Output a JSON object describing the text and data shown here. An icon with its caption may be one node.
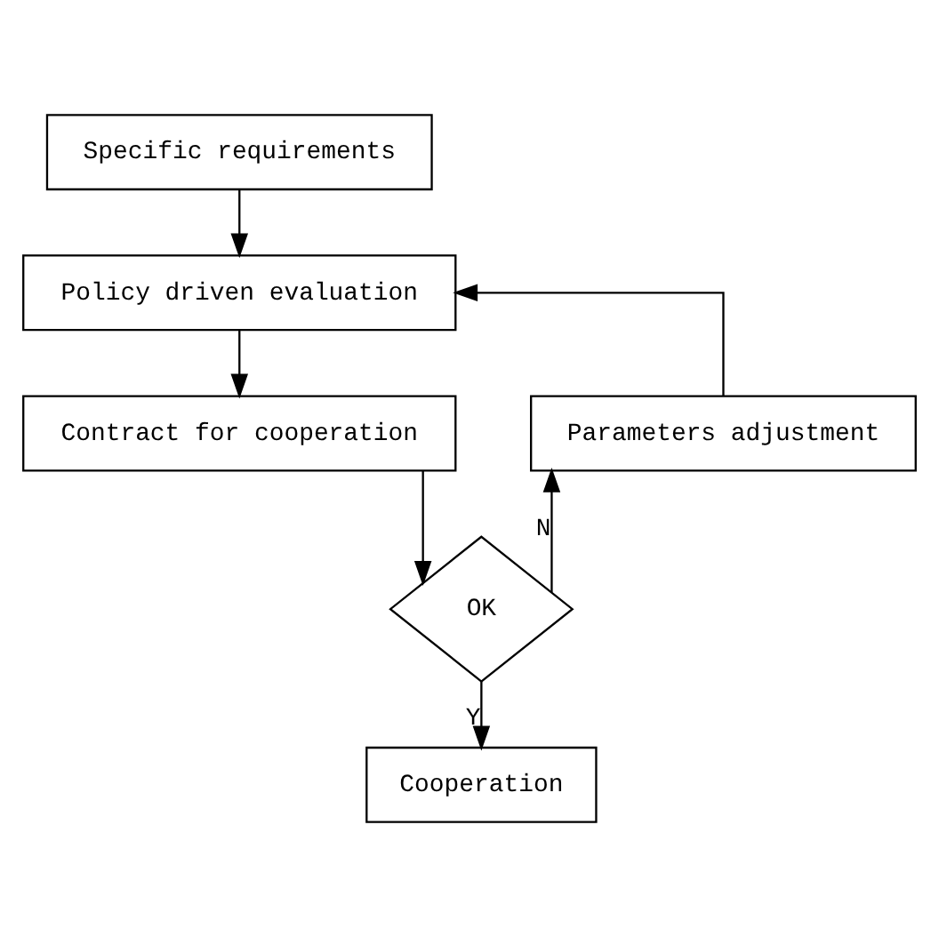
{
  "diagram": {
    "nodes": [
      {
        "text": [
          "Specific requirements"
        ]
      },
      {
        "text": [
          "Policy driven evaluation"
        ]
      },
      {
        "text": [
          "Contract for cooperation"
        ]
      },
      {
        "text": [
          "OK"
        ]
      },
      {
        "text": [
          "Parameters adjustment"
        ]
      },
      {
        "text": [
          "Cooperation"
        ]
      }
    ],
    "edges": [
      {
        "from": 0,
        "to": 1,
        "arrow": "to"
      },
      {
        "from": 1,
        "to": 2,
        "arrow": "to"
      },
      {
        "from": 2,
        "to": 3,
        "arrow": "to"
      },
      {
        "from": 3,
        "to": 4,
        "arrow": "to",
        "label": "N"
      },
      {
        "from": 4,
        "to": 1,
        "arrow": "to"
      },
      {
        "from": 3,
        "to": 5,
        "arrow": "to",
        "label": "Y"
      }
    ]
  }
}
